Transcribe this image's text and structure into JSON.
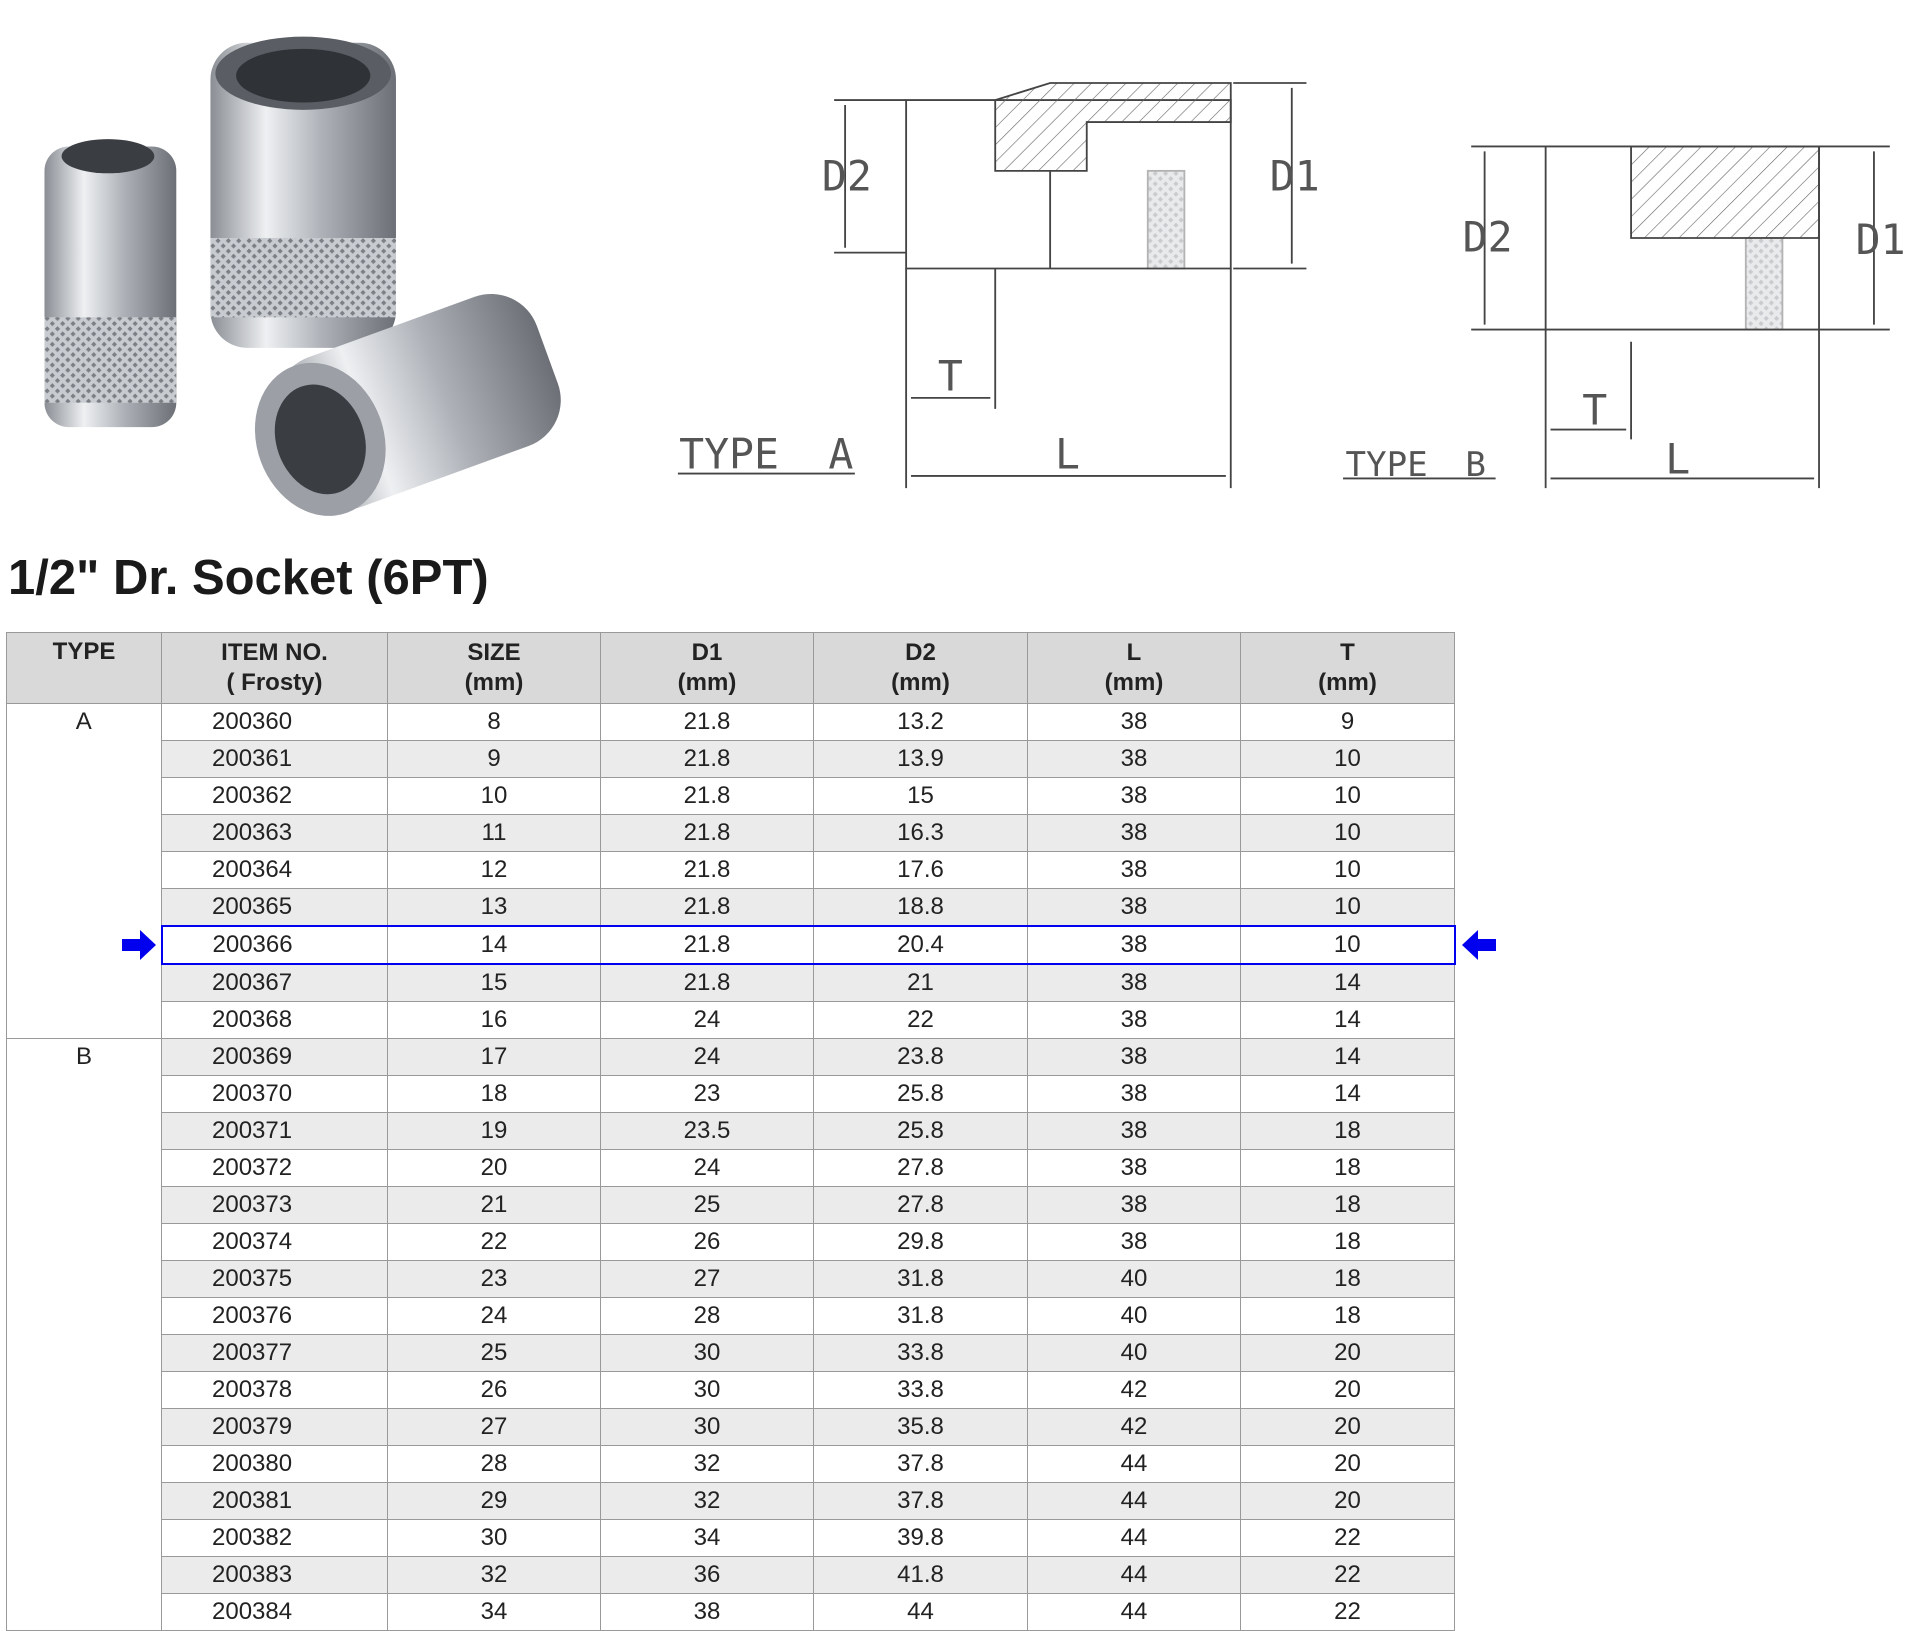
{
  "title": "1/2\" Dr. Socket (6PT)",
  "diagrams": {
    "type_a_label": "TYPE A",
    "type_b_label": "TYPE B",
    "d1": "D1",
    "d2": "D2",
    "l": "L",
    "t": "T"
  },
  "table": {
    "headers": [
      {
        "line1": "TYPE",
        "line2": ""
      },
      {
        "line1": "ITEM NO.",
        "line2": "( Frosty)"
      },
      {
        "line1": "SIZE",
        "line2": "(mm)"
      },
      {
        "line1": "D1",
        "line2": "(mm)"
      },
      {
        "line1": "D2",
        "line2": "(mm)"
      },
      {
        "line1": "L",
        "line2": "(mm)"
      },
      {
        "line1": "T",
        "line2": "(mm)"
      }
    ],
    "groups": [
      {
        "type": "A",
        "rows": [
          [
            "200360",
            "8",
            "21.8",
            "13.2",
            "38",
            "9"
          ],
          [
            "200361",
            "9",
            "21.8",
            "13.9",
            "38",
            "10"
          ],
          [
            "200362",
            "10",
            "21.8",
            "15",
            "38",
            "10"
          ],
          [
            "200363",
            "11",
            "21.8",
            "16.3",
            "38",
            "10"
          ],
          [
            "200364",
            "12",
            "21.8",
            "17.6",
            "38",
            "10"
          ],
          [
            "200365",
            "13",
            "21.8",
            "18.8",
            "38",
            "10"
          ],
          [
            "200366",
            "14",
            "21.8",
            "20.4",
            "38",
            "10"
          ],
          [
            "200367",
            "15",
            "21.8",
            "21",
            "38",
            "14"
          ],
          [
            "200368",
            "16",
            "24",
            "22",
            "38",
            "14"
          ]
        ]
      },
      {
        "type": "B",
        "rows": [
          [
            "200369",
            "17",
            "24",
            "23.8",
            "38",
            "14"
          ],
          [
            "200370",
            "18",
            "23",
            "25.8",
            "38",
            "14"
          ],
          [
            "200371",
            "19",
            "23.5",
            "25.8",
            "38",
            "18"
          ],
          [
            "200372",
            "20",
            "24",
            "27.8",
            "38",
            "18"
          ],
          [
            "200373",
            "21",
            "25",
            "27.8",
            "38",
            "18"
          ],
          [
            "200374",
            "22",
            "26",
            "29.8",
            "38",
            "18"
          ],
          [
            "200375",
            "23",
            "27",
            "31.8",
            "40",
            "18"
          ],
          [
            "200376",
            "24",
            "28",
            "31.8",
            "40",
            "18"
          ],
          [
            "200377",
            "25",
            "30",
            "33.8",
            "40",
            "20"
          ],
          [
            "200378",
            "26",
            "30",
            "33.8",
            "42",
            "20"
          ],
          [
            "200379",
            "27",
            "30",
            "35.8",
            "42",
            "20"
          ],
          [
            "200380",
            "28",
            "32",
            "37.8",
            "44",
            "20"
          ],
          [
            "200381",
            "29",
            "32",
            "37.8",
            "44",
            "20"
          ],
          [
            "200382",
            "30",
            "34",
            "39.8",
            "44",
            "22"
          ],
          [
            "200383",
            "32",
            "36",
            "41.8",
            "44",
            "22"
          ],
          [
            "200384",
            "34",
            "38",
            "44",
            "44",
            "22"
          ]
        ]
      }
    ],
    "highlighted_item": "200366",
    "highlight_color": "#0000ee"
  }
}
